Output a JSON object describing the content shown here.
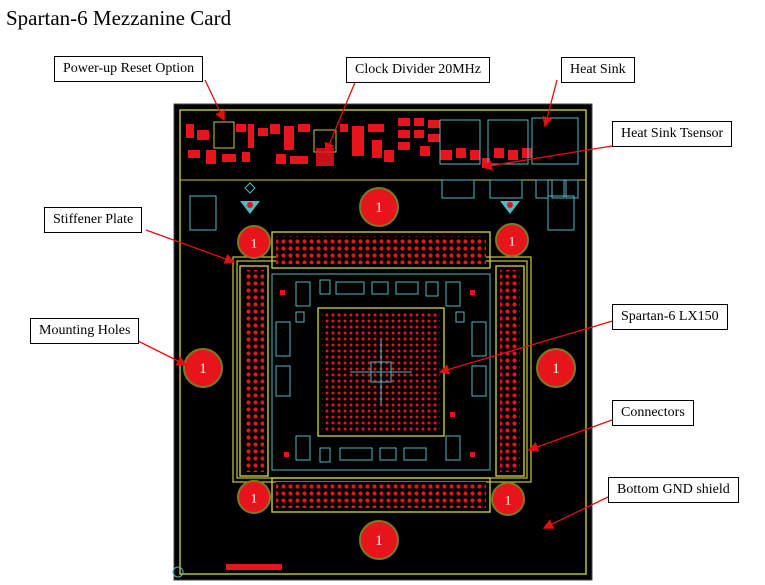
{
  "title": "Spartan-6 Mezzanine Card",
  "callouts": {
    "power_up_reset": "Power-up Reset Option",
    "clock_divider": "Clock Divider 20MHz",
    "heat_sink": "Heat Sink",
    "heat_sink_tsensor": "Heat Sink Tsensor",
    "stiffener_plate": "Stiffener Plate",
    "spartan6": "Spartan-6 LX150",
    "mounting_holes": "Mounting Holes",
    "connectors": "Connectors",
    "bottom_gnd": "Bottom GND shield"
  },
  "hole_label": "1",
  "colors": {
    "board": "#000000",
    "outline": "#c9c93a",
    "pad_red": "#e8141b",
    "trace_cyan": "#4fb9c4",
    "arrow": "#e01010"
  }
}
